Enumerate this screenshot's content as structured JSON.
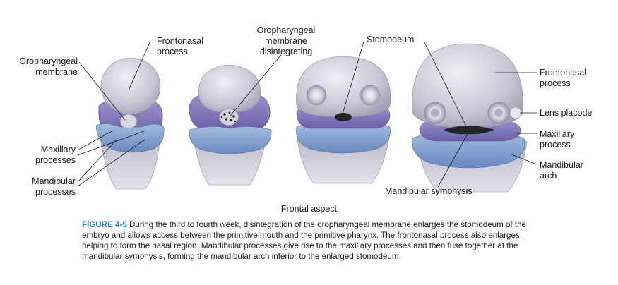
{
  "labels": {
    "oropharyngeal_membrane": [
      "Oropharyngeal",
      "membrane"
    ],
    "frontonasal_process_1": [
      "Frontonasal",
      "process"
    ],
    "oropharyngeal_disintegrating": [
      "Oropharyngeal",
      "membrane",
      "disintegrating"
    ],
    "stomodeum": "Stomodeum",
    "maxillary_processes": [
      "Maxillary",
      "processes"
    ],
    "mandibular_processes": [
      "Mandibular",
      "processes"
    ],
    "frontonasal_process_2": [
      "Frontonasal",
      "process"
    ],
    "lens_placode": "Lens placode",
    "maxillary_process": [
      "Maxillary",
      "process"
    ],
    "mandibular_arch": [
      "Mandibular",
      "arch"
    ],
    "mandibular_symphysis": "Mandibular symphysis"
  },
  "aspect_title": "Frontal aspect",
  "caption": {
    "figure_number": "FIGURE 4-5",
    "text": "During the third to fourth week, disintegration of the oropharyngeal membrane enlarges the stomodeum of the embryo and allows access between the primitive mouth and the primitive pharynx. The frontonasal process also enlarges, helping to form the nasal region. Mandibular processes give rise to the maxillary processes and then fuse together at the mandibular symphysis, forming the mandibular arch inferior to the enlarged stomodeum."
  },
  "colors": {
    "frontonasal": "#c9c9d6",
    "maxillary": "#7f74b8",
    "mandibular": "#7f9ccd",
    "stomodeum": "#262626",
    "caption_label": "#1a7fb0"
  }
}
